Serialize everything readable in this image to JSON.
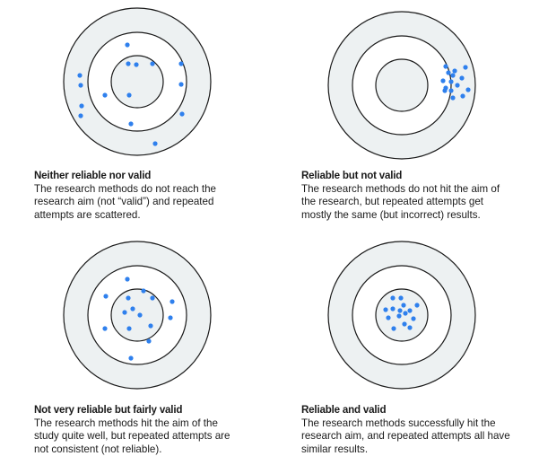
{
  "colors": {
    "ring_fill": "#edf1f2",
    "ring_stroke": "#1a1a1a",
    "dot": "#2f80ed"
  },
  "panels": [
    {
      "title": "Neither reliable nor valid",
      "lines": [
        "The research methods do not reach the",
        "research aim (not “valid”) and repeated",
        "attempts are scattered."
      ],
      "dot_offsets": [
        [
          -11,
          -41
        ],
        [
          -10,
          -20
        ],
        [
          -1,
          -19
        ],
        [
          17,
          -20
        ],
        [
          49,
          -20
        ],
        [
          -64,
          -7
        ],
        [
          -63,
          4
        ],
        [
          -36,
          15
        ],
        [
          -9,
          15
        ],
        [
          49,
          3
        ],
        [
          -62,
          27
        ],
        [
          -63,
          38
        ],
        [
          50,
          36
        ],
        [
          -7,
          47
        ],
        [
          20,
          69
        ]
      ]
    },
    {
      "title": "Reliable but not valid",
      "lines": [
        "The research methods do not hit the aim of",
        "the research, but repeated attempts get",
        "mostly the same (but incorrect) results."
      ],
      "dot_offsets": [
        [
          49,
          -21
        ],
        [
          71,
          -20
        ],
        [
          52,
          -14
        ],
        [
          59,
          -16
        ],
        [
          57,
          -11
        ],
        [
          46,
          -5
        ],
        [
          55,
          -4
        ],
        [
          67,
          -8
        ],
        [
          62,
          0
        ],
        [
          49,
          3
        ],
        [
          48,
          6
        ],
        [
          55,
          6
        ],
        [
          74,
          5
        ],
        [
          57,
          14
        ],
        [
          68,
          12
        ]
      ]
    },
    {
      "title": "Not very reliable but fairly valid",
      "lines": [
        "The research methods hit the aim of the",
        "study quite well, but repeated attempts are",
        "not consistent (not reliable)."
      ],
      "dot_offsets": [
        [
          -11,
          -40
        ],
        [
          -35,
          -21
        ],
        [
          7,
          -27
        ],
        [
          -10,
          -19
        ],
        [
          17,
          -19
        ],
        [
          39,
          -15
        ],
        [
          -5,
          -7
        ],
        [
          -14,
          -3
        ],
        [
          3,
          0
        ],
        [
          37,
          3
        ],
        [
          -36,
          15
        ],
        [
          -9,
          15
        ],
        [
          15,
          12
        ],
        [
          13,
          29
        ],
        [
          -7,
          48
        ]
      ]
    },
    {
      "title": "Reliable and valid",
      "lines": [
        "The research methods successfully hit the",
        "research aim, and repeated attempts all have",
        "similar results."
      ],
      "dot_offsets": [
        [
          -10,
          -19
        ],
        [
          -1,
          -19
        ],
        [
          2,
          -11
        ],
        [
          17,
          -11
        ],
        [
          -18,
          -6
        ],
        [
          -10,
          -7
        ],
        [
          -2,
          -5
        ],
        [
          9,
          -5
        ],
        [
          4,
          -2
        ],
        [
          -15,
          3
        ],
        [
          -3,
          1
        ],
        [
          13,
          4
        ],
        [
          3,
          10
        ],
        [
          9,
          14
        ],
        [
          -9,
          15
        ]
      ]
    }
  ]
}
